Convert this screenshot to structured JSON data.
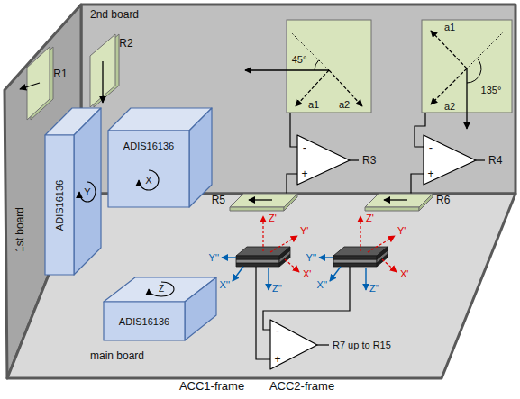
{
  "diagram": {
    "nodes": [
      {
        "text": [
          "2nd board"
        ]
      },
      {
        "text": [
          "1st board"
        ]
      },
      {
        "text": [
          "main board"
        ]
      },
      {
        "text": [
          "ADIS16136",
          "Y"
        ]
      },
      {
        "text": [
          "ADIS16136",
          "X"
        ]
      },
      {
        "text": [
          "ADIS16136",
          "Z"
        ]
      },
      {
        "text": [
          "-",
          "+"
        ]
      },
      {
        "text": [
          "-",
          "+"
        ]
      },
      {
        "text": [
          "-",
          "+"
        ]
      }
    ],
    "labels": [
      "R1",
      "R2",
      "45°",
      "a1",
      "a2",
      "a1",
      "a2",
      "135°",
      "R3",
      "R4",
      "R5",
      "R6",
      "Z'",
      "Y'",
      "X'",
      "Z'",
      "Y'",
      "X'",
      "Y''",
      "X''",
      "Z''",
      "Y''",
      "X''",
      "Z''",
      "ACC1-frame",
      "ACC2-frame",
      "R7 up to R15"
    ]
  }
}
